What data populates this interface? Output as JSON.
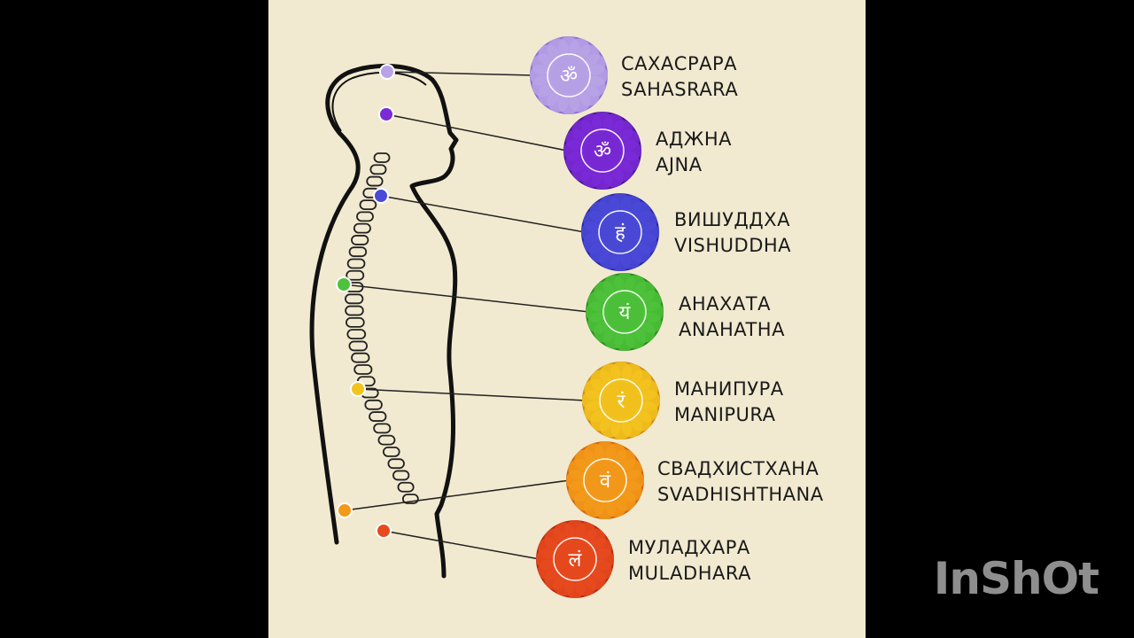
{
  "watermark": "InShOt",
  "chakras": [
    {
      "name_ru": "САХАСРАРА",
      "name_en": "SAHASRARA",
      "color": "#b9a3e6",
      "ring": "#8f6fd6",
      "glyph": "ॐ"
    },
    {
      "name_ru": "АДЖНА",
      "name_en": "AJNA",
      "color": "#7a2ad6",
      "ring": "#4a1596",
      "glyph": "ॐ"
    },
    {
      "name_ru": "ВИШУДДХА",
      "name_en": "VISHUDDHA",
      "color": "#4b4ad8",
      "ring": "#2b2aa6",
      "glyph": "हं"
    },
    {
      "name_ru": "АНАХАТА",
      "name_en": "ANAHATHA",
      "color": "#4ec23a",
      "ring": "#2c8a20",
      "glyph": "यं"
    },
    {
      "name_ru": "МАНИПУРА",
      "name_en": "MANIPURA",
      "color": "#f3c31e",
      "ring": "#d28a12",
      "glyph": "रं"
    },
    {
      "name_ru": "СВАДХИСТХАНА",
      "name_en": "SVADHISHTHANA",
      "color": "#f39a1a",
      "ring": "#d5640d",
      "glyph": "वं"
    },
    {
      "name_ru": "МУЛАДХАРА",
      "name_en": "MULADHARA",
      "color": "#e84a1e",
      "ring": "#b82a10",
      "glyph": "लं"
    }
  ]
}
